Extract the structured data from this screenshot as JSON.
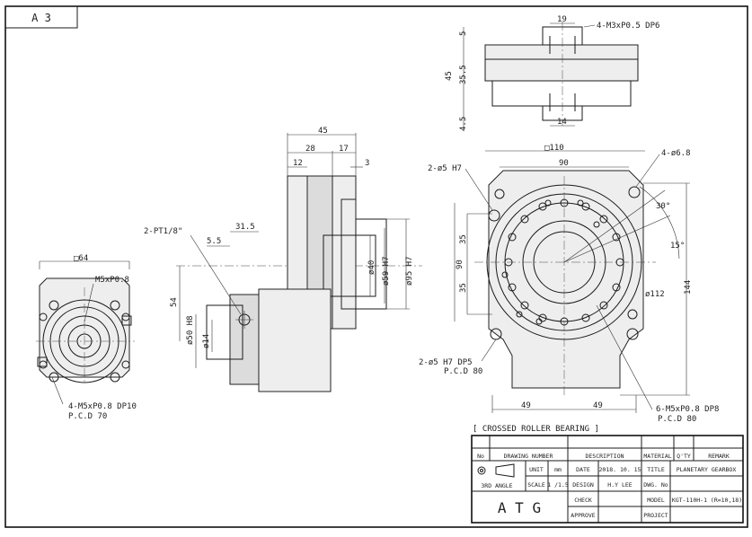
{
  "sheet_size": "A 3",
  "section_title": "[ CROSSED ROLLER BEARING ]",
  "left_view": {
    "square": "64",
    "thread_note": "M5xP0.8",
    "mount_note_1": "4-M5xP0.8 DP10",
    "mount_note_2": "P.C.D 70"
  },
  "side_view": {
    "port": "2-PT1/8\"",
    "dims": [
      "45",
      "28",
      "17",
      "12",
      "3",
      "31.5",
      "5.5",
      "54",
      "ø50 H8",
      "ø14",
      "ø40",
      "ø59 H7",
      "ø95 H7"
    ]
  },
  "top_view": {
    "dims": [
      "19",
      "5",
      "45",
      "35.5",
      "4.5",
      "14"
    ],
    "thread_note": "4-M3xP0.5 DP6"
  },
  "front_view": {
    "square": "110",
    "width_dim": "90",
    "hole_top": "2-ø5 H7",
    "hole_right": "4-ø6.8",
    "angle_1": "30°",
    "angle_2": "15°",
    "height_dim": "90",
    "half_dims": [
      "35",
      "35"
    ],
    "diameter": "ø112",
    "overall_height": "144",
    "bottom_dims": [
      "49",
      "49"
    ],
    "hole_bottom_1": "2-ø5 H7 DP5",
    "hole_bottom_2": "P.C.D 80",
    "thread_bottom_1": "6-M5xP0.8 DP8",
    "thread_bottom_2": "P.C.D 80"
  },
  "title_block": {
    "col_no": "No",
    "col_drawing_number": "DRAWING NUMBER",
    "col_description": "DESCRIPTION",
    "col_material": "MATERIAL",
    "col_qty": "Q'TY",
    "col_remark": "REMARK",
    "projection": "3RD ANGLE",
    "unit_label": "UNIT",
    "unit_value": "mm",
    "scale_label": "SCALE",
    "scale_value": "1 /1.5",
    "date_label": "DATE",
    "date_value": "2018. 10. 15",
    "design_label": "DESIGN",
    "design_value": "H.Y LEE",
    "check_label": "CHECK",
    "approve_label": "APPROVE",
    "title_label": "TITLE",
    "title_value": "PLANETARY GEARBOX",
    "dwg_label": "DWG. No",
    "model_label": "MODEL",
    "model_value": "KGT-110H-1 (R=10,18)",
    "project_label": "PROJECT",
    "company": "A T G"
  }
}
